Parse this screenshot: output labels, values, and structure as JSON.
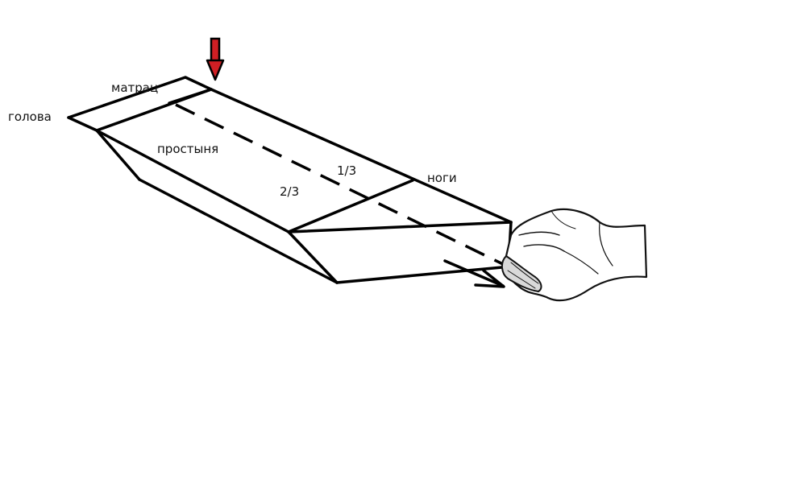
{
  "labels": {
    "head": "голова",
    "mattress": "матрац",
    "sheet": "простыня",
    "one_third": "1/3",
    "two_thirds": "2/3",
    "feet": "ноги"
  },
  "icons": {
    "press_arrow": "down-arrow-icon",
    "pull_arrow": "right-arrow-icon",
    "hand": "hand-icon"
  },
  "colors": {
    "line": "#000000",
    "press_arrow": "#d01f24"
  }
}
